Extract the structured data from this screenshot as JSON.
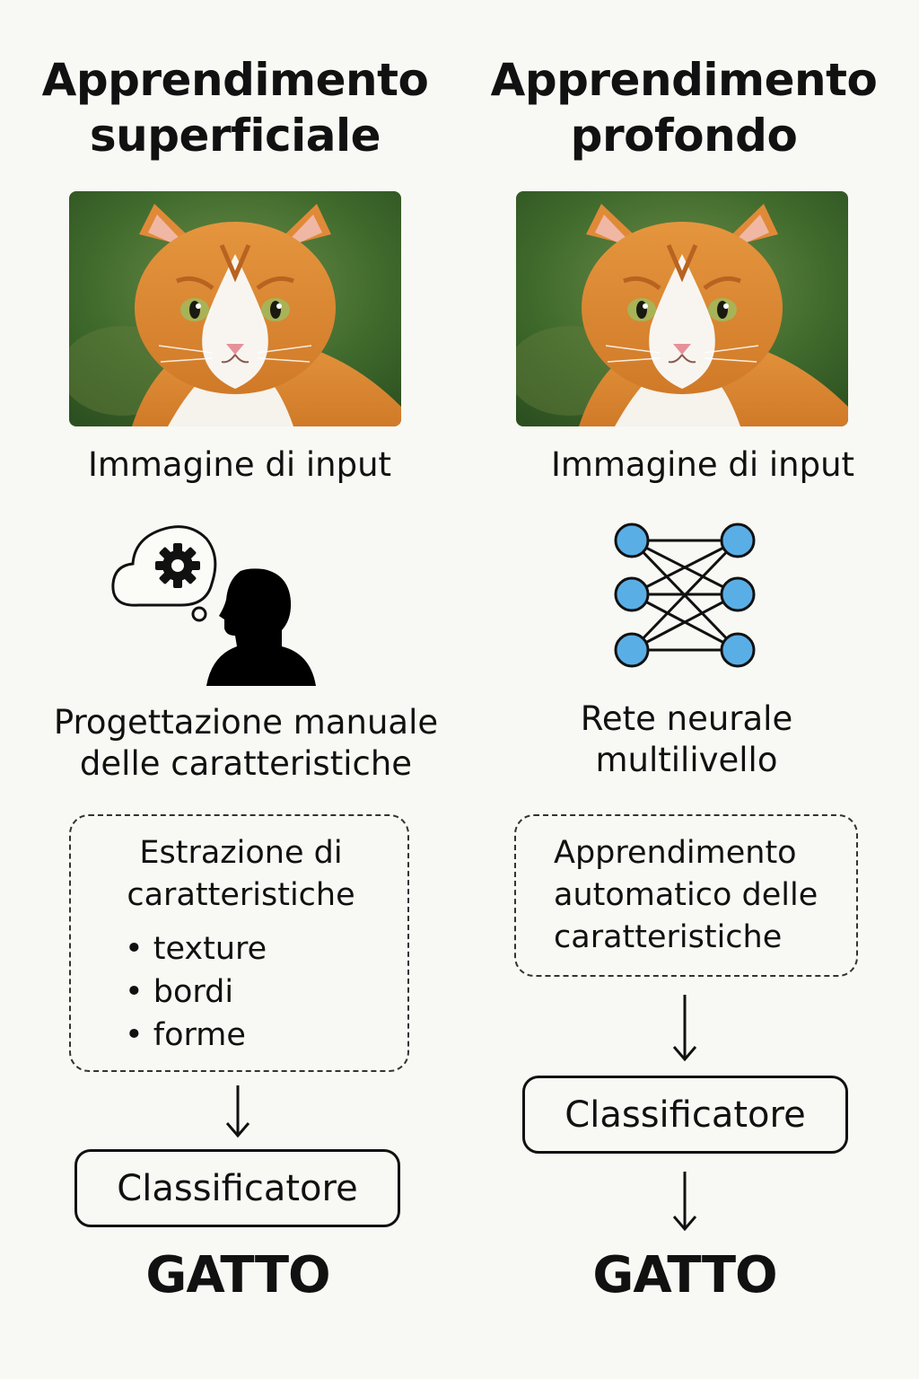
{
  "left": {
    "title_line1": "Apprendimento",
    "title_line2": "superficiale",
    "image_caption": "Immagine di input",
    "icon": "thinking-person-gear-icon",
    "method_line1": "Progettazione manuale",
    "method_line2": "delle caratteristiche",
    "box_title_line1": "Estrazione di",
    "box_title_line2": "caratteristiche",
    "features": [
      "texture",
      "bordi",
      "forme"
    ],
    "classifier": "Classificatore",
    "result": "GATTO"
  },
  "right": {
    "title_line1": "Apprendimento",
    "title_line2": "profondo",
    "image_caption": "Immagine di input",
    "icon": "neural-network-icon",
    "method_line1": "Rete neurale",
    "method_line2": "multilivello",
    "box_line1": "Apprendimento",
    "box_line2": "automatico delle",
    "box_line3": "caratteristiche",
    "classifier": "Classificatore",
    "result": "GATTO"
  },
  "colors": {
    "background": "#f8f8f4",
    "node_fill": "#5aaee6",
    "text": "#111111"
  }
}
